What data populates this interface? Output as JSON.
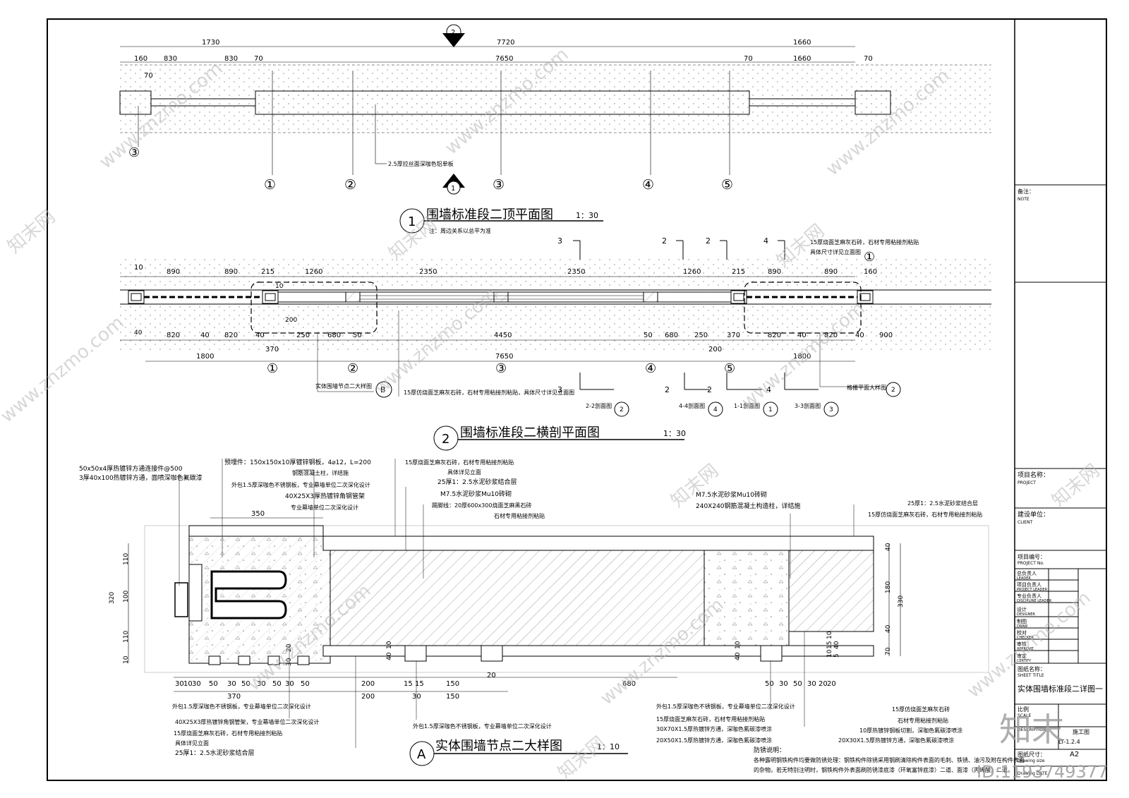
{
  "plan1": {
    "top_dims": [
      "1730",
      "7720",
      "1660"
    ],
    "second_dims": [
      "160",
      "830",
      "830",
      "70",
      "7650",
      "70",
      "1660",
      "70"
    ],
    "left_small": "70",
    "note_label": "2.5厚拉丝面深咖色铝单板",
    "axes": [
      "①",
      "②",
      "③",
      "④",
      "⑤"
    ],
    "left_marker": "③",
    "section_marker_top": "2",
    "section_marker_mid": "1",
    "title": "围墙标准段二顶平面图",
    "scale": "1：30",
    "title_marker": "1",
    "note": "注：周边关系以总平为准"
  },
  "plan2": {
    "top_dims": [
      "10",
      "890",
      "890",
      "215",
      "1260",
      "2350",
      "2350",
      "1260",
      "215",
      "890",
      "890",
      "160"
    ],
    "small_dims": [
      "10",
      "200",
      "40"
    ],
    "bottom_dims_1": [
      "820",
      "40",
      "820",
      "40",
      "250",
      "680",
      "50",
      "4450",
      "50",
      "680",
      "250",
      "370",
      "820",
      "40",
      "820",
      "40",
      "900"
    ],
    "bottom_dims_2": [
      "1800",
      "370",
      "7650",
      "200",
      "1800"
    ],
    "axes": [
      "①",
      "②",
      "③",
      "④",
      "⑤"
    ],
    "section_top_labels": [
      "3",
      "2",
      "2",
      "4"
    ],
    "section_bottom_labels": [
      "3",
      "2",
      "2",
      "4"
    ],
    "stone_note": "15厚烧面芝麻灰石砖，石材专用粘接剂粘贴",
    "stone_note_2": "具体尺寸详见立面图",
    "right_marker": "①",
    "note_detail_b": "实体围墙节点二大样图",
    "marker_b": "B",
    "stone_note_bottom": "15厚仿烧面芝麻灰石砖，石材专用粘接剂粘贴，具体尺寸详见立面图",
    "section_tags": [
      "2-2剖面图",
      "4-4剖面图",
      "1-1剖面图",
      "3-3剖面图"
    ],
    "section_tag_nums": [
      "2",
      "4",
      "1",
      "3"
    ],
    "grille_note": "格栅平面大样图",
    "grille_marker": "2",
    "title": "围墙标准段二横剖平面图",
    "scale": "1：30",
    "title_marker": "2"
  },
  "detail": {
    "left_notes": [
      "50x50x4厚热镀锌方通连接件@500",
      "3厚40x100热镀锌方通，面喷深咖色氟碳漆"
    ],
    "top_notes": [
      "预埋件：150x150x10厚镀锌钢板，4⌀12，L=200",
      "钢筋混凝土柱，详结施",
      "外包1.5厚深咖色不锈钢板，专业幕墙单位二次深化设计",
      "40X25X3厚热镀锌角钢管架",
      "专业幕墙单位二次深化设计"
    ],
    "mid_notes": [
      "15厚烧面芝麻灰石砖，石材专用粘接剂粘贴",
      "具体详见立面",
      "25厚1：2.5水泥砂浆结合层",
      "M7.5水泥砂浆Mu10砖砌",
      "踢脚线：20厚600x300烧面芝麻黑石砖",
      "石材专用粘接剂粘贴"
    ],
    "right_notes": [
      "M7.5水泥砂浆Mu10砖砌",
      "240X240钢筋混凝土构造柱，详结施",
      "25厚1：2.5水泥砂浆结合层",
      "15厚仿烧面芝麻灰石砖，石材专用粘接剂粘贴"
    ],
    "dim_350": "350",
    "left_dims": [
      "110",
      "100",
      "320",
      "110",
      "10"
    ],
    "right_dims": [
      "40",
      "180",
      "330",
      "40",
      "70"
    ],
    "small_vert": [
      "20",
      "30",
      "10",
      "40",
      "10",
      "40",
      "10",
      "15",
      "10",
      "40",
      "5"
    ],
    "bottom_dims_1": [
      "30",
      "10",
      "30",
      "50",
      "30",
      "50",
      "30",
      "50",
      "30",
      "50",
      "200",
      "15",
      "15",
      "150",
      "20",
      "680",
      "50",
      "30",
      "50",
      "30",
      "20",
      "20"
    ],
    "bottom_dims_2": [
      "370",
      "200",
      "30",
      "150"
    ],
    "bottom_left_notes": [
      "外包1.5厚深咖色不锈钢板，专业幕墙单位二次深化设计",
      "40X25X3厚热镀锌角钢管架，专业幕墙单位二次深化设计",
      "15厚烧面芝麻灰石砖，石材专用粘接剂粘贴",
      "具体详见立面",
      "25厚1：2.5水泥砂浆结合层"
    ],
    "bottom_mid_note": "外包1.5厚深咖色不锈钢板，专业幕墙单位二次深化设计",
    "bottom_right_notes": [
      "外包1.5厚深咖色不锈钢板，专业幕墙单位二次深化设计",
      "15厚烧面芝麻灰石砖，石材专用粘接剂粘贴",
      "30X70X1.5厚热镀锌方通，深咖色氟碳漆喷涂",
      "20X50X1.5厚热镀锌方通，深咖色氟碳漆喷涂"
    ],
    "bottom_far_right_notes": [
      "15厚仿烧面芝麻灰石砖",
      "石材专用粘接剂粘贴",
      "10厚热镀锌钢板切割，深咖色氟碳漆喷涂",
      "20X30X1.5厚热镀锌方通，深咖色氟碳漆喷涂"
    ],
    "anti_rust_title": "防锈说明：",
    "anti_rust_lines": [
      "各种露明钢铁构件均要做防锈处理：钢铁构件除锈采用钢刷清除构件表面的毛刺、铁锈、油污及附在构件表面",
      "的杂物。若无特别注明时，钢铁构件外表面刷防锈漆底漆（环氧富锌底漆）二道、面漆（丙烯酸）二道。"
    ],
    "title": "实体围墙节点二大样图",
    "scale": "1：10",
    "title_marker": "A"
  },
  "title_block": {
    "note_cn": "备注：",
    "note_en": "NOTE",
    "project_cn": "项目名称：",
    "project_en": "PROJECT",
    "client_cn": "建设单位：",
    "client_en": "CLIENT",
    "project_no_cn": "项目编号：",
    "project_no_en": "PROJECT No.",
    "roles": [
      {
        "cn": "总负责人",
        "en": "LEADER"
      },
      {
        "cn": "项目负责人",
        "en": "PROJECT LEADER"
      },
      {
        "cn": "专业负责人",
        "en": "DISCIPLINE LEADER"
      },
      {
        "cn": "设计",
        "en": "DESIGNER"
      },
      {
        "cn": "制图",
        "en": "DRAW"
      },
      {
        "cn": "校对",
        "en": "CHECKER"
      },
      {
        "cn": "审核",
        "en": "APPROVE"
      },
      {
        "cn": "审定",
        "en": "CERTIFY"
      }
    ],
    "sheet_title_cn": "图纸名称：",
    "sheet_title_en": "SHEET TITLE",
    "sheet_title": "实体围墙标准段二详图一",
    "scale_cn": "比例",
    "scale_en": "SCALE",
    "desc_en": "DESCRIPTION",
    "desc_cn": "施工图",
    "sheet_no": "LT-1.2.4",
    "size_cn": "图纸尺寸：",
    "size_en": "Drawing size",
    "size": "A2",
    "date_en": "Drawing DATE"
  },
  "watermark": {
    "site": "www.znzmo.com",
    "brand": "知末网",
    "logo": "知末",
    "id": "ID:1193749377"
  }
}
